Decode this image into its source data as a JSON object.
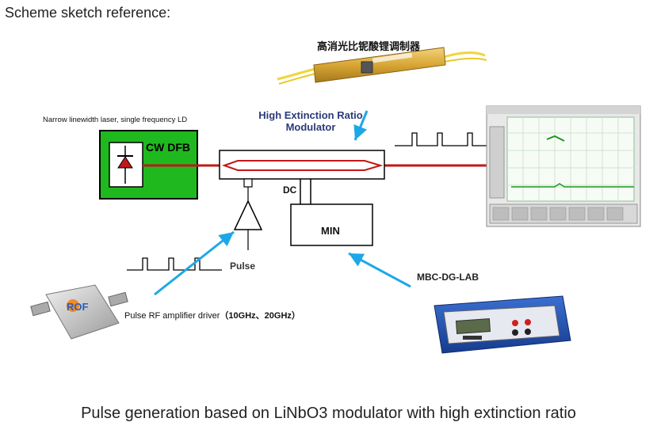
{
  "header": {
    "scheme_label": "Scheme sketch reference:"
  },
  "caption": "Pulse generation based on LiNbO3 modulator with high extinction ratio",
  "modulator_photo": {
    "title_cn": "高消光比铌酸锂调制器"
  },
  "laser": {
    "description": "Narrow linewidth laser, single frequency LD",
    "box_label": "CW DFB",
    "box_color": "#1fb91f"
  },
  "modulator": {
    "label": "High Extinction Ratio Modulator"
  },
  "dc_label": "DC",
  "min_label": "MIN",
  "pulse_label": "Pulse",
  "controller": {
    "label": "MBC-DG-LAB"
  },
  "amplifier": {
    "label_prefix": "Pulse RF amplifier driver",
    "label_freq": "（10GHz、20GHz）"
  },
  "colors": {
    "beam": "#c01818",
    "arrow": "#1ea7e8",
    "chassis": "#1f4fb0"
  },
  "icons": [
    "diode-icon",
    "amplifier-triangle-icon",
    "arrow-icon"
  ]
}
